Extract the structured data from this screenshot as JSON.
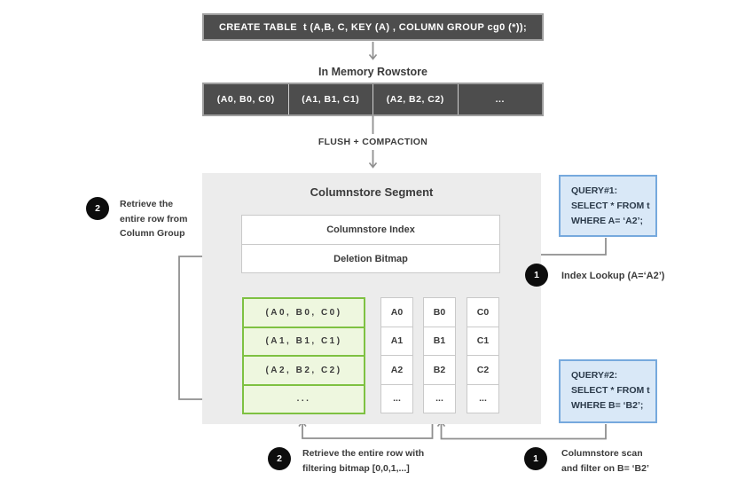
{
  "create_table": {
    "sql": "CREATE TABLE  t (A,B, C, KEY (A) , COLUMN GROUP cg0 (*));"
  },
  "rowstore": {
    "title": "In Memory Rowstore",
    "cells": [
      "(A0, B0, C0)",
      "(A1, B1, C1)",
      "(A2, B2, C2)",
      "..."
    ]
  },
  "flush_label": "FLUSH + COMPACTION",
  "segment": {
    "title": "Columnstore Segment",
    "index_label": "Columnstore Index",
    "bitmap_label": "Deletion Bitmap",
    "column_group_rows": [
      "(A0, B0, C0)",
      "(A1, B1, C1)",
      "(A2, B2, C2)",
      "..."
    ],
    "columns": [
      {
        "name": "A",
        "cells": [
          "A0",
          "A1",
          "A2",
          "..."
        ]
      },
      {
        "name": "B",
        "cells": [
          "B0",
          "B1",
          "B2",
          "..."
        ]
      },
      {
        "name": "C",
        "cells": [
          "C0",
          "C1",
          "C2",
          "..."
        ]
      }
    ]
  },
  "query1": {
    "lines": [
      "QUERY#1:",
      "SELECT * FROM t",
      "WHERE A= ‘A2’;"
    ]
  },
  "query2": {
    "lines": [
      "QUERY#2:",
      "SELECT * FROM t",
      "WHERE B= ‘B2’;"
    ]
  },
  "annotations": {
    "step1_index": {
      "num": "1",
      "text": "Index Lookup (A=‘A2’)"
    },
    "step2_left": {
      "num": "2",
      "lines": [
        "Retrieve the",
        "entire row from",
        "Column Group"
      ]
    },
    "step2_bottom": {
      "num": "2",
      "lines": [
        "Retrieve the entire row with",
        "filtering bitmap [0,0,1,...]"
      ]
    },
    "step1_bottom": {
      "num": "1",
      "lines": [
        "Columnstore scan",
        "and filter on B= ‘B2’"
      ]
    }
  },
  "colors": {
    "dark_bar": "#4d4d4d",
    "segment_bg": "#ececec",
    "green_border": "#7ec142",
    "green_fill": "#eef7df",
    "blue_border": "#76a9dd",
    "blue_fill": "#d9e8f7",
    "connector": "#8f8f8f",
    "step_circle": "#0d0d0d"
  }
}
